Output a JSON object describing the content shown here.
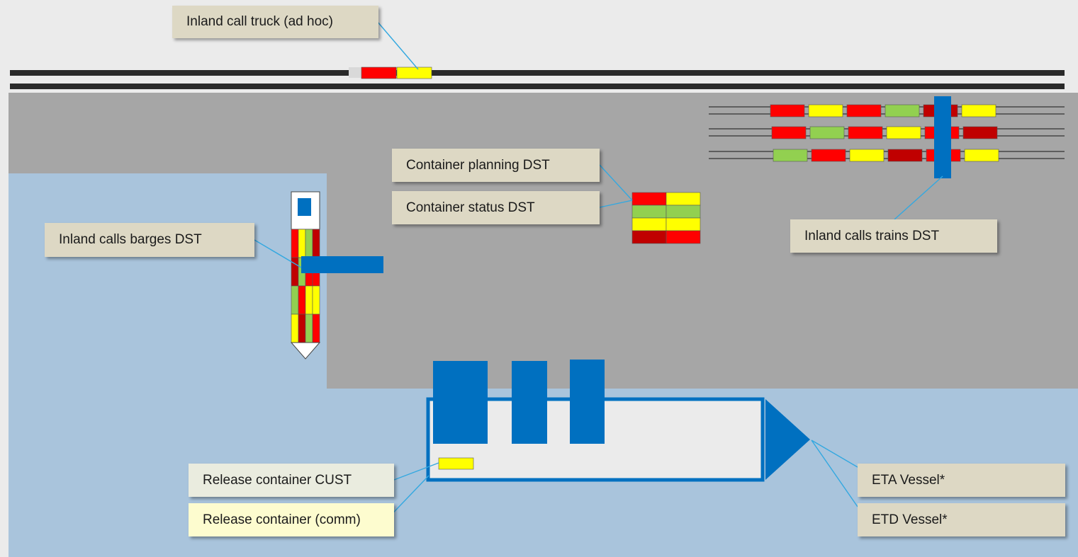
{
  "colors": {
    "background": "#ebebeb",
    "terminal": "#a6a6a6",
    "water": "#a9c4dc",
    "road": "#2a2a2a",
    "crane": "#0070c0",
    "label_fill": "#ddd8c4",
    "label_fill_light": "#eaecdf",
    "label_fill_yellow": "#fdfccf",
    "connector": "#33a8e0",
    "status_dot": "#e8000b",
    "container_red": "#ff0000",
    "container_yellow": "#ffff00",
    "container_green": "#92d050",
    "container_darkred": "#c00000"
  },
  "labels": {
    "truck": "Inland call truck (ad hoc)",
    "planning": "Container planning DST",
    "status": "Container status DST",
    "barges": "Inland calls barges DST",
    "trains": "Inland calls trains DST",
    "release_cust": "Release container CUST",
    "release_comm": "Release container (comm)",
    "eta": "ETA Vessel*",
    "etd": "ETD Vessel*"
  },
  "icons": {
    "status_indicator": "red-dot-icon",
    "vessel_bow": "vessel-bow-icon",
    "barge_bow": "barge-bow-icon"
  },
  "train_rows": [
    [
      "red",
      "yellow",
      "red",
      "green",
      "darkred",
      "yellow"
    ],
    [
      "red",
      "green",
      "red",
      "yellow",
      "red",
      "darkred"
    ],
    [
      "green",
      "red",
      "yellow",
      "darkred",
      "red",
      "yellow"
    ]
  ],
  "truck_containers": [
    "red",
    "yellow"
  ],
  "stack_rows": [
    [
      "red",
      "yellow"
    ],
    [
      "green",
      "green"
    ],
    [
      "yellow",
      "yellow"
    ],
    [
      "darkred",
      "red"
    ]
  ],
  "barge_rows": [
    [
      "red",
      "yellow",
      "green",
      "darkred"
    ],
    [
      "darkred",
      "green",
      "red",
      "red"
    ],
    [
      "green",
      "red",
      "yellow",
      "yellow"
    ],
    [
      "yellow",
      "darkred",
      "green",
      "red"
    ]
  ],
  "vessel_containers": [
    "yellow"
  ]
}
